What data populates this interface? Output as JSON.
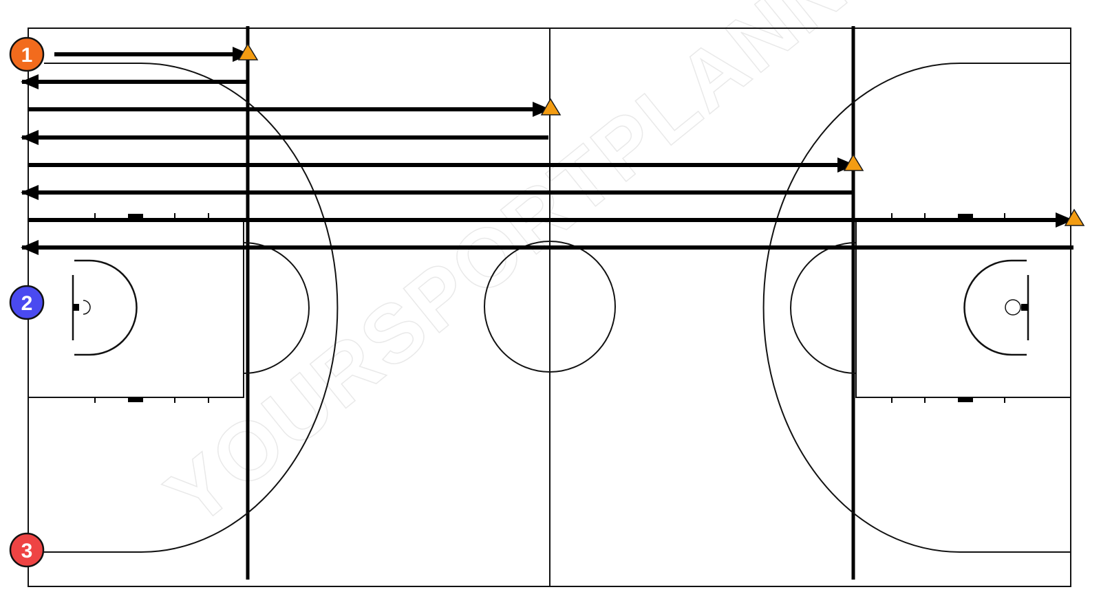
{
  "watermark": {
    "text": "YOURSPORTPLANNER"
  },
  "colors": {
    "court_line": "#111111",
    "arrow": "#000000",
    "cone_fill": "#f39c12",
    "cone_stroke": "#1a1a1a",
    "background": "#ffffff"
  },
  "players": [
    {
      "label": "1",
      "color": "#f26b1d"
    },
    {
      "label": "2",
      "color": "#4a4af0"
    },
    {
      "label": "3",
      "color": "#ee4444"
    }
  ],
  "cones": [
    {
      "icon": "cone-icon",
      "position": "first line"
    },
    {
      "icon": "cone-icon",
      "position": "center line"
    },
    {
      "icon": "cone-icon",
      "position": "far line"
    },
    {
      "icon": "cone-icon",
      "position": "baseline"
    }
  ],
  "drill_runs": [
    {
      "direction": "forward",
      "to": "first line"
    },
    {
      "direction": "back",
      "from": "first line"
    },
    {
      "direction": "forward",
      "to": "center line"
    },
    {
      "direction": "back",
      "from": "center line"
    },
    {
      "direction": "forward",
      "to": "far line"
    },
    {
      "direction": "back",
      "from": "far line"
    },
    {
      "direction": "forward",
      "to": "baseline"
    },
    {
      "direction": "back",
      "from": "baseline"
    }
  ]
}
